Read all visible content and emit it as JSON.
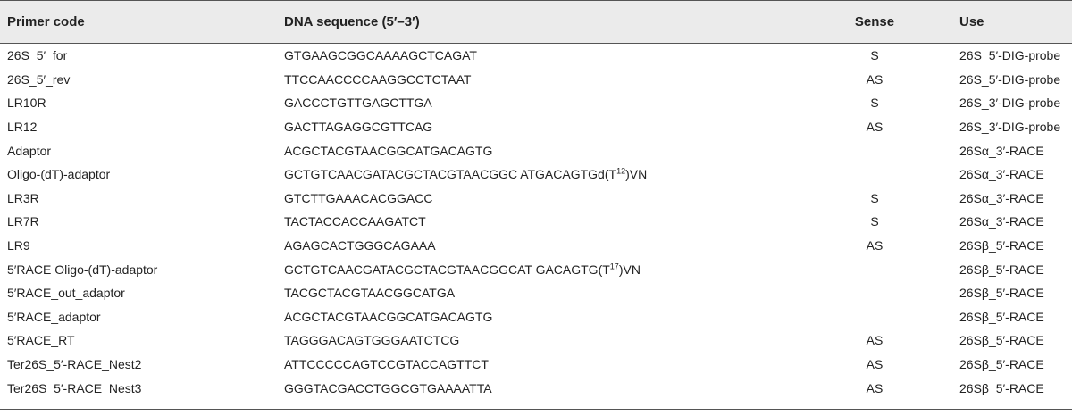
{
  "table": {
    "headers": {
      "primer_code": "Primer code",
      "dna_sequence": "DNA sequence (5′–3′)",
      "sense": "Sense",
      "use": "Use"
    },
    "rows": [
      {
        "primer": "26S_5′_for",
        "seq": "GTGAAGCGGCAAAAGCTCAGAT",
        "sense": "S",
        "use": "26S_5′-DIG-probe"
      },
      {
        "primer": "26S_5′_rev",
        "seq": "TTCCAACCCCAAGGCCTCTAAT",
        "sense": "AS",
        "use": "26S_5′-DIG-probe"
      },
      {
        "primer": "LR10R",
        "seq": "GACCCTGTTGAGCTTGA",
        "sense": "S",
        "use": "26S_3′-DIG-probe"
      },
      {
        "primer": "LR12",
        "seq": "GACTTAGAGGCGTTCAG",
        "sense": "AS",
        "use": "26S_3′-DIG-probe"
      },
      {
        "primer": "Adaptor",
        "seq": "ACGCTACGTAACGGCATGACAGTG",
        "sense": "",
        "use": "26Sα_3′-RACE"
      },
      {
        "primer": "Oligo-(dT)-adaptor",
        "seq": "GCTGTCAACGATACGCTACGTAACGGC ATGACAGTGd(T",
        "seq_sup": "12",
        "seq_end": ")VN",
        "sense": "",
        "use": "26Sα_3′-RACE"
      },
      {
        "primer": "LR3R",
        "seq": "GTCTTGAAACACGGACC",
        "sense": "S",
        "use": "26Sα_3′-RACE"
      },
      {
        "primer": "LR7R",
        "seq": "TACTACCACCAAGATCT",
        "sense": "S",
        "use": "26Sα_3′-RACE"
      },
      {
        "primer": "LR9",
        "seq": "AGAGCACTGGGCAGAAA",
        "sense": "AS",
        "use": "26Sβ_5′-RACE"
      },
      {
        "primer": "5′RACE Oligo-(dT)-adaptor",
        "seq": "GCTGTCAACGATACGCTACGTAACGGCAT GACAGTG(T",
        "seq_sup": "17",
        "seq_end": ")VN",
        "sense": "",
        "use": "26Sβ_5′-RACE"
      },
      {
        "primer": "5′RACE_out_adaptor",
        "seq": "TACGCTACGTAACGGCATGA",
        "sense": "",
        "use": "26Sβ_5′-RACE"
      },
      {
        "primer": "5′RACE_adaptor",
        "seq": "ACGCTACGTAACGGCATGACAGTG",
        "sense": "",
        "use": "26Sβ_5′-RACE"
      },
      {
        "primer": "5′RACE_RT",
        "seq": "TAGGGACAGTGGGAATCTCG",
        "sense": "AS",
        "use": "26Sβ_5′-RACE"
      },
      {
        "primer": "Ter26S_5′-RACE_Nest2",
        "seq": "ATTCCCCCAGTCCGTACCAGTTCT",
        "sense": "AS",
        "use": "26Sβ_5′-RACE"
      },
      {
        "primer": "Ter26S_5′-RACE_Nest3",
        "seq": "GGGTACGACCTGGCGTGAAAATTA",
        "sense": "AS",
        "use": "26Sβ_5′-RACE"
      }
    ]
  }
}
